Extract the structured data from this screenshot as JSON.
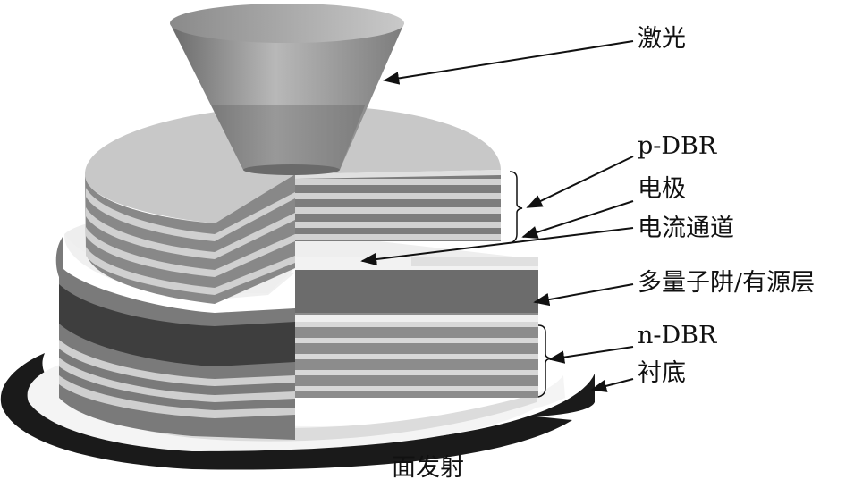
{
  "labels": {
    "laser": "激光",
    "p_dbr": "p-DBR",
    "electrode": "电极",
    "current_channel": "电流通道",
    "active_layer": "多量子阱/有源层",
    "n_dbr": "n-DBR",
    "substrate": "衬底",
    "caption": "面发射"
  },
  "colors": {
    "laser_cone": "#8f8f8f",
    "dbr_light": "#c4c4c4",
    "dbr_dark": "#727272",
    "electrode": "#ededed",
    "active_layer": "#4a4a4a",
    "substrate_ring": "#1a1a1a",
    "annotation": "#111111"
  }
}
